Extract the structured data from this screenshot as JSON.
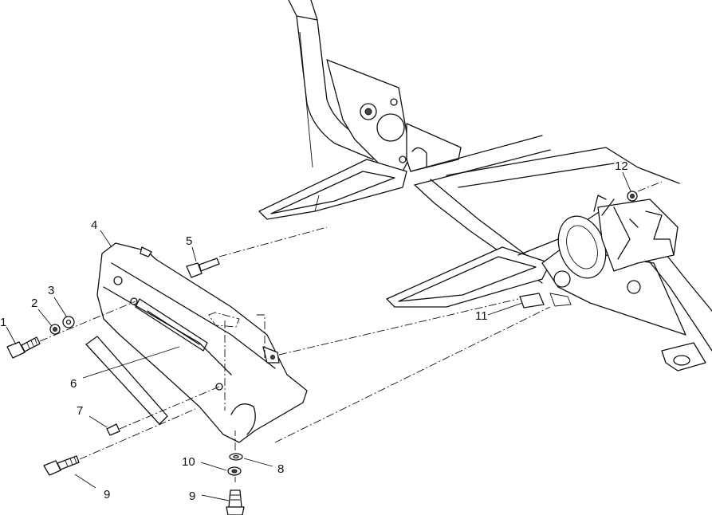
{
  "callouts": [
    {
      "id": "c1",
      "text": "1"
    },
    {
      "id": "c2",
      "text": "2"
    },
    {
      "id": "c3",
      "text": "3"
    },
    {
      "id": "c4",
      "text": "4"
    },
    {
      "id": "c5",
      "text": "5"
    },
    {
      "id": "c6",
      "text": "6"
    },
    {
      "id": "c7",
      "text": "7"
    },
    {
      "id": "c8",
      "text": "8"
    },
    {
      "id": "c9a",
      "text": "9"
    },
    {
      "id": "c9b",
      "text": "9"
    },
    {
      "id": "c10",
      "text": "10"
    },
    {
      "id": "c11",
      "text": "11"
    },
    {
      "id": "c12",
      "text": "12"
    }
  ]
}
